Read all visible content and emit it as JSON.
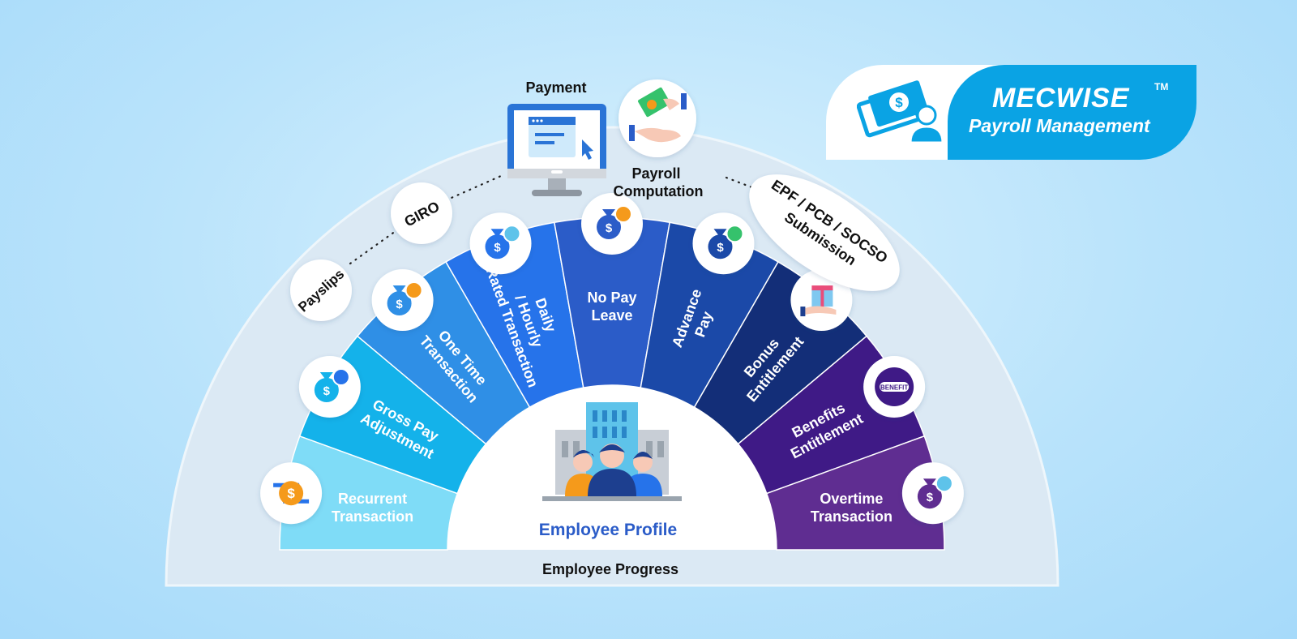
{
  "brand": {
    "name": "MECWISE",
    "trademark": "TM",
    "subtitle": "Payroll Management"
  },
  "center": {
    "title": "Employee Profile"
  },
  "bottom_label": "Employee Progress",
  "segments": [
    {
      "label": "Recurrent Transaction",
      "color": "#7fdcf7",
      "text_color": "#ffffff",
      "icon": "coin-exchange-icon"
    },
    {
      "label": "Gross Pay Adjustment",
      "color": "#14b2ea",
      "text_color": "#ffffff",
      "icon": "money-bag-gear-icon"
    },
    {
      "label": "One Time Transaction",
      "color": "#2f8fe6",
      "text_color": "#ffffff",
      "icon": "money-bag-one-icon"
    },
    {
      "label": "Daily / Hourly Rated Transaction",
      "color": "#2673ea",
      "text_color": "#ffffff",
      "icon": "money-bag-clock-icon"
    },
    {
      "label": "No Pay Leave",
      "color": "#2b5cc8",
      "text_color": "#ffffff",
      "icon": "money-bag-x-icon"
    },
    {
      "label": "Advance Pay",
      "color": "#1b49a8",
      "text_color": "#ffffff",
      "icon": "money-bag-plus-icon"
    },
    {
      "label": "Bonus Entitlement",
      "color": "#132e78",
      "text_color": "#ffffff",
      "icon": "gift-hand-icon"
    },
    {
      "label": "Benefits Entitlement",
      "color": "#3f1a86",
      "text_color": "#ffffff",
      "icon": "benefit-badge-icon"
    },
    {
      "label": "Overtime Transaction",
      "color": "#5f2d91",
      "text_color": "#ffffff",
      "icon": "money-bag-clock-icon"
    }
  ],
  "outer_items": {
    "payslips": "Payslips",
    "giro": "GIRO",
    "payment": "Payment",
    "payroll_computation": "Payroll Computation",
    "submission": "EPF / PCB / SOCSO Submission"
  },
  "benefit_badge_text": "BENEFIT",
  "colors": {
    "arc_outer": "#dbe9f4",
    "brand_blue": "#0aa3e4",
    "dark_text": "#111111",
    "center_title": "#2b5cc8"
  }
}
